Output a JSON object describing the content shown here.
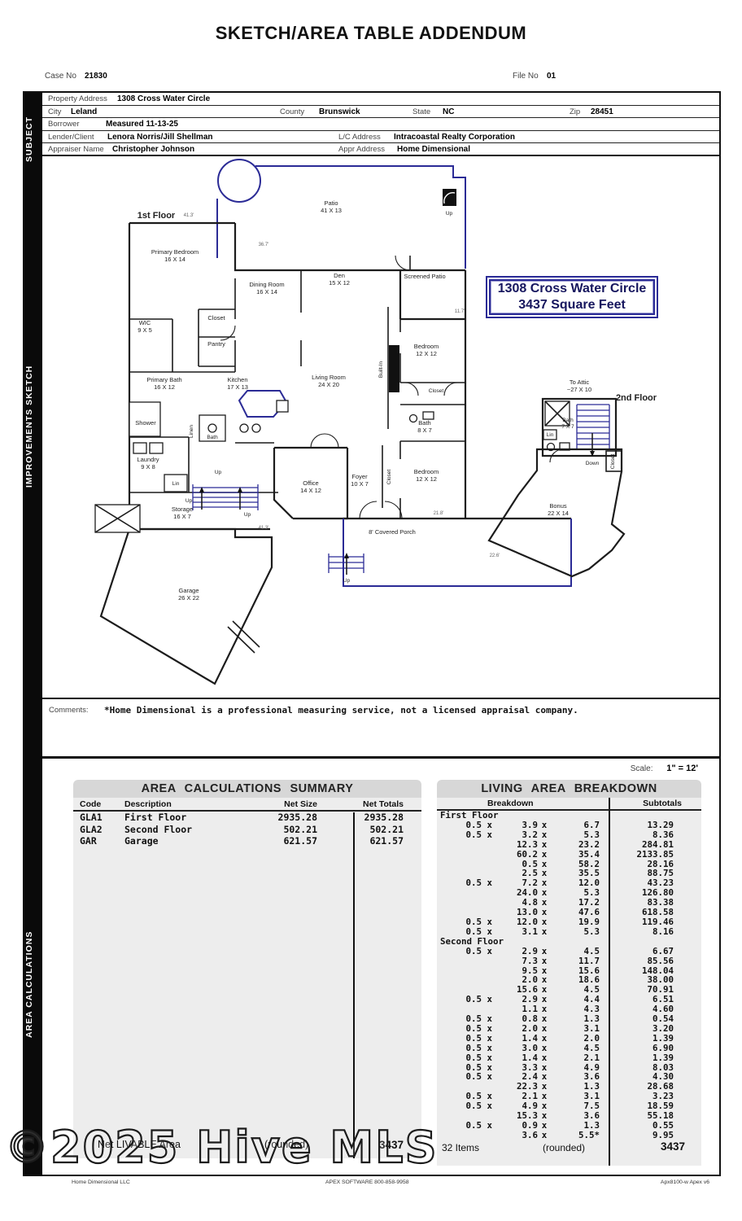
{
  "title": "SKETCH/AREA TABLE ADDENDUM",
  "case": {
    "case_no_label": "Case No",
    "case_no": "21830",
    "file_no_label": "File No",
    "file_no": "01"
  },
  "sidebar": {
    "subject": "SUBJECT",
    "improvements": "IMPROVEMENTS SKETCH",
    "area_calculations": "AREA CALCULATIONS"
  },
  "subject": {
    "property_address_label": "Property Address",
    "property_address": "1308 Cross Water Circle",
    "city_label": "City",
    "city": "Leland",
    "county_label": "County",
    "county": "Brunswick",
    "state_label": "State",
    "state": "NC",
    "zip_label": "Zip",
    "zip": "28451",
    "borrower_label": "Borrower",
    "borrower": "Measured 11-13-25",
    "lender_label": "Lender/Client",
    "lender": "Lenora Norris/Jill Shellman",
    "lc_address_label": "L/C Address",
    "lc_address": "Intracoastal Realty Corporation",
    "appraiser_label": "Appraiser Name",
    "appraiser": "Christopher Johnson",
    "appr_address_label": "Appr Address",
    "appr_address": "Home Dimensional"
  },
  "sketch": {
    "address_box_line1": "1308 Cross Water Circle",
    "address_box_line2": "3437 Square Feet",
    "floor1_label": "1st Floor",
    "floor2_label": "2nd Floor",
    "labels": {
      "up": "Up",
      "down": "Down"
    },
    "dims": [
      "41.3'",
      "36.7'",
      "11.7'",
      "21.8'",
      "41.3'",
      "22.6'"
    ],
    "rooms": {
      "patio": {
        "name": "Patio",
        "dims": "41 X 13"
      },
      "primary_bedroom": {
        "name": "Primary Bedroom",
        "dims": "16 X 14"
      },
      "dining": {
        "name": "Dining Room",
        "dims": "16 X 14"
      },
      "den": {
        "name": "Den",
        "dims": "15 X 12"
      },
      "screened_patio": {
        "name": "Screened Patio"
      },
      "wic": {
        "name": "WIC",
        "dims": "9 X 5"
      },
      "closet_hall": {
        "name": "Closet"
      },
      "pantry": {
        "name": "Pantry"
      },
      "primary_bath": {
        "name": "Primary Bath",
        "dims": "16 X 12"
      },
      "kitchen": {
        "name": "Kitchen",
        "dims": "17 X 13"
      },
      "living": {
        "name": "Living Room",
        "dims": "24 X 20"
      },
      "bedroom_top": {
        "name": "Bedroom",
        "dims": "12 X 12"
      },
      "closet_top": {
        "name": "Closet"
      },
      "bath_right": {
        "name": "Bath",
        "dims": "8 X 7"
      },
      "shower": {
        "name": "Shower"
      },
      "linen": {
        "name": "Linen"
      },
      "bath_small": {
        "name": "Bath"
      },
      "laundry": {
        "name": "Laundry",
        "dims": "9 X 8"
      },
      "lin": {
        "name": "Lin"
      },
      "storage": {
        "name": "Storage",
        "dims": "16 X 7"
      },
      "office": {
        "name": "Office",
        "dims": "14 X 12"
      },
      "foyer": {
        "name": "Foyer",
        "dims": "10 X 7"
      },
      "closet_foyer": {
        "name": "Closet"
      },
      "bedroom_bottom": {
        "name": "Bedroom",
        "dims": "12 X 12"
      },
      "porch": {
        "name": "8' Covered Porch"
      },
      "garage": {
        "name": "Garage",
        "dims": "26 X 22"
      },
      "built_in": {
        "name": "Built-In"
      },
      "to_attic": {
        "name": "To Attic",
        "dims": "~27 X 10"
      },
      "bath2": {
        "name": "Bath",
        "dims": "7 X 7"
      },
      "lin2": {
        "name": "Lin"
      },
      "closet2": {
        "name": "Closet"
      },
      "bonus": {
        "name": "Bonus",
        "dims": "22 X 14"
      }
    }
  },
  "comments": {
    "label": "Comments:",
    "text": "*Home Dimensional is a professional measuring service, not a licensed appraisal company."
  },
  "scale": {
    "label": "Scale:",
    "value": "1\" = 12'"
  },
  "summary_table": {
    "title": "AREA CALCULATIONS SUMMARY",
    "headers": {
      "code": "Code",
      "description": "Description",
      "net_size": "Net Size",
      "net_totals": "Net Totals"
    },
    "rows": [
      [
        "GLA1",
        "First Floor",
        "2935.28",
        "2935.28"
      ],
      [
        "GLA2",
        "Second Floor",
        "502.21",
        "502.21"
      ],
      [
        "GAR",
        "Garage",
        "621.57",
        "621.57"
      ]
    ],
    "footer": {
      "label": "Net LIVABLE Area",
      "rounded": "(rounded)",
      "value": "3437"
    }
  },
  "breakdown_table": {
    "title": "LIVING AREA BREAKDOWN",
    "headers": {
      "breakdown": "Breakdown",
      "subtotals": "Subtotals"
    },
    "first_floor_label": "First Floor",
    "second_floor_label": "Second Floor",
    "first_floor_rows": [
      [
        "0.5 x",
        "3.9",
        "x",
        "6.7",
        "13.29"
      ],
      [
        "0.5 x",
        "3.2",
        "x",
        "5.3",
        "8.36"
      ],
      [
        "",
        "12.3",
        "x",
        "23.2",
        "284.81"
      ],
      [
        "",
        "60.2",
        "x",
        "35.4",
        "2133.85"
      ],
      [
        "",
        "0.5",
        "x",
        "58.2",
        "28.16"
      ],
      [
        "",
        "2.5",
        "x",
        "35.5",
        "88.75"
      ],
      [
        "0.5 x",
        "7.2",
        "x",
        "12.0",
        "43.23"
      ],
      [
        "",
        "24.0",
        "x",
        "5.3",
        "126.80"
      ],
      [
        "",
        "4.8",
        "x",
        "17.2",
        "83.38"
      ],
      [
        "",
        "13.0",
        "x",
        "47.6",
        "618.58"
      ],
      [
        "0.5 x",
        "12.0",
        "x",
        "19.9",
        "119.46"
      ],
      [
        "0.5 x",
        "3.1",
        "x",
        "5.3",
        "8.16"
      ]
    ],
    "second_floor_rows": [
      [
        "0.5 x",
        "2.9",
        "x",
        "4.5",
        "6.67"
      ],
      [
        "",
        "7.3",
        "x",
        "11.7",
        "85.56"
      ],
      [
        "",
        "9.5",
        "x",
        "15.6",
        "148.04"
      ],
      [
        "",
        "2.0",
        "x",
        "18.6",
        "38.00"
      ],
      [
        "",
        "15.6",
        "x",
        "4.5",
        "70.91"
      ],
      [
        "0.5 x",
        "2.9",
        "x",
        "4.4",
        "6.51"
      ],
      [
        "",
        "1.1",
        "x",
        "4.3",
        "4.60"
      ],
      [
        "0.5 x",
        "0.8",
        "x",
        "1.3",
        "0.54"
      ],
      [
        "0.5 x",
        "2.0",
        "x",
        "3.1",
        "3.20"
      ],
      [
        "0.5 x",
        "1.4",
        "x",
        "2.0",
        "1.39"
      ],
      [
        "0.5 x",
        "3.0",
        "x",
        "4.5",
        "6.90"
      ],
      [
        "0.5 x",
        "1.4",
        "x",
        "2.1",
        "1.39"
      ],
      [
        "0.5 x",
        "3.3",
        "x",
        "4.9",
        "8.03"
      ],
      [
        "0.5 x",
        "2.4",
        "x",
        "3.6",
        "4.30"
      ],
      [
        "",
        "22.3",
        "x",
        "1.3",
        "28.68"
      ],
      [
        "0.5 x",
        "2.1",
        "x",
        "3.1",
        "3.23"
      ],
      [
        "0.5 x",
        "4.9",
        "x",
        "7.5",
        "18.59"
      ],
      [
        "",
        "15.3",
        "x",
        "3.6",
        "55.18"
      ],
      [
        "0.5 x",
        "0.9",
        "x",
        "1.3",
        "0.55"
      ],
      [
        "",
        "3.6",
        "x",
        "5.5*",
        "9.95"
      ]
    ],
    "footer": {
      "items": "32 Items",
      "rounded": "(rounded)",
      "value": "3437"
    }
  },
  "watermark": "©2025 Hive MLS",
  "footer": {
    "left": "Home Dimensional LLC",
    "center": "APEX SOFTWARE 800-858-9958",
    "right": "Apx8100-w Apex v6"
  }
}
